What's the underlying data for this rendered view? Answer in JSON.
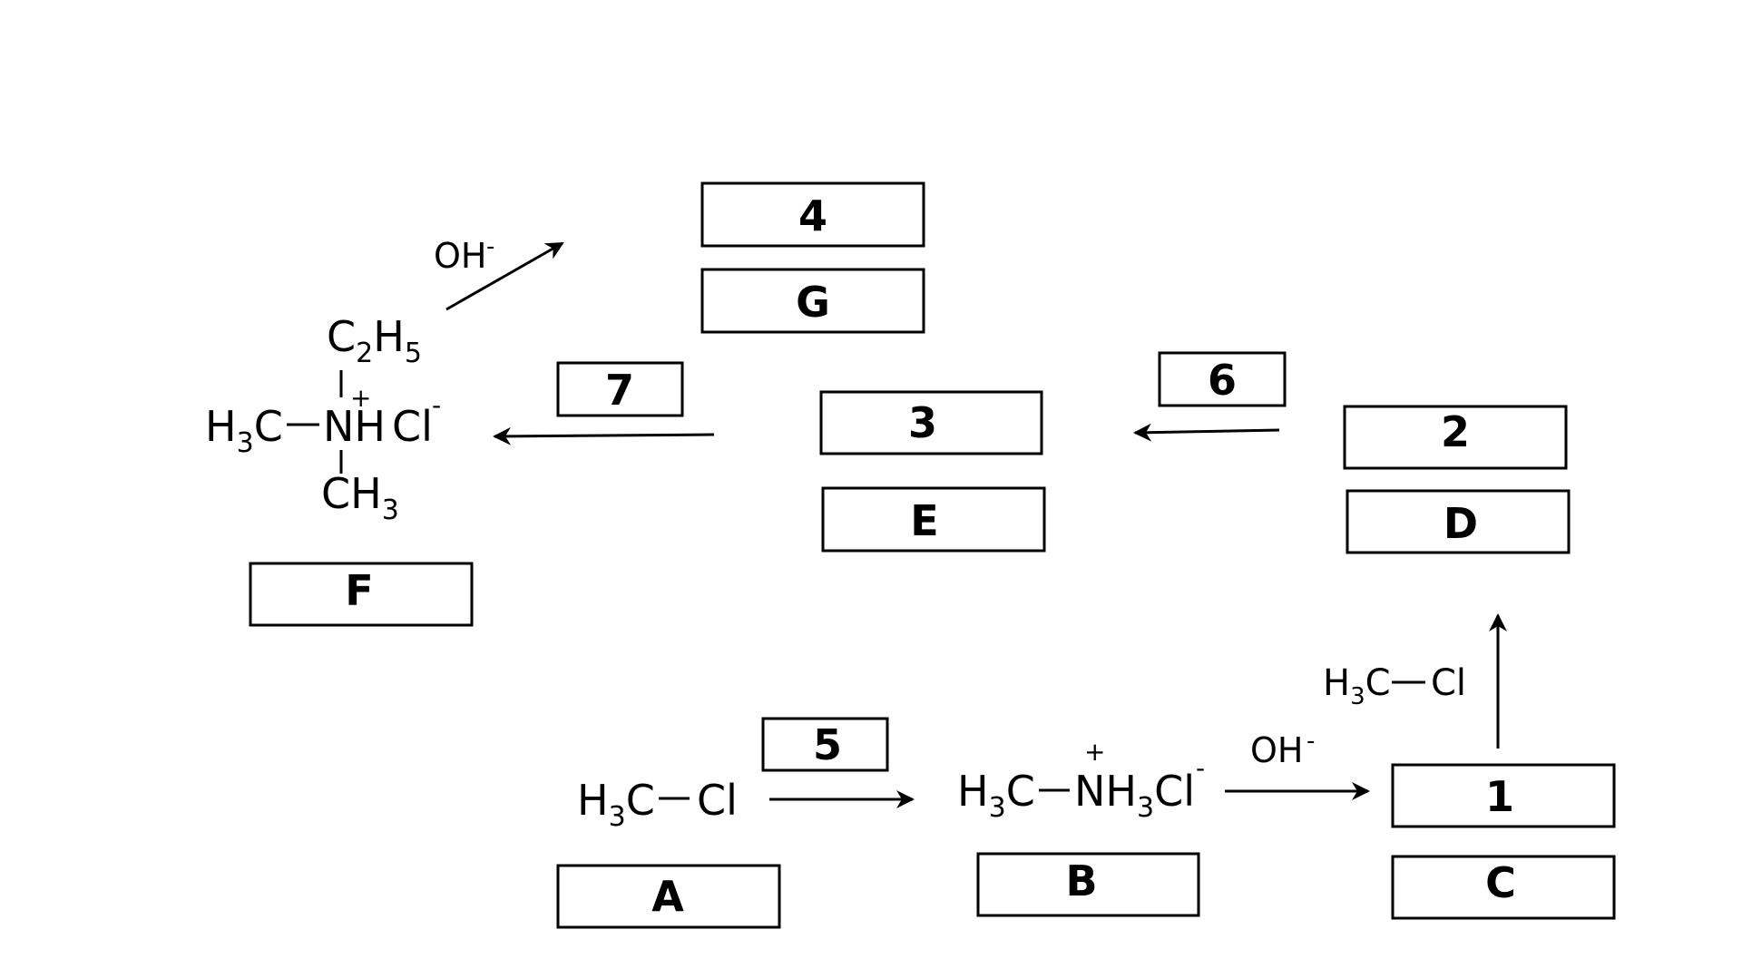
{
  "boxes": {
    "b1": "1",
    "b2": "2",
    "b3": "3",
    "b4": "4",
    "b5": "5",
    "b6": "6",
    "b7": "7",
    "A": "A",
    "B": "B",
    "C": "C",
    "D": "D",
    "E": "E",
    "F": "F",
    "G": "G"
  },
  "molecules": {
    "A": {
      "H": "H",
      "sub": "3",
      "C": "C",
      "Cl": "Cl"
    },
    "B": {
      "H": "H",
      "sub": "3",
      "C": "C",
      "N": "N",
      "H2": "H",
      "sub2": "3",
      "Cl": "Cl",
      "plus": "+",
      "minus": "-"
    },
    "reagent_CH3Cl": {
      "H": "H",
      "sub": "3",
      "C": "C",
      "Cl": "Cl"
    },
    "F": {
      "C2": "C",
      "sub_2": "2",
      "H5": "H",
      "sub_5": "5",
      "H": "H",
      "sub_3a": "3",
      "C": "C",
      "N": "N",
      "NH_H": "H",
      "plus": "+",
      "Cl": "Cl",
      "minus": "-",
      "CH": "CH",
      "sub_3b": "3"
    }
  },
  "reagents": {
    "OH_B_to_C": {
      "text": "OH",
      "charge": "-"
    },
    "OH_F_to_G": {
      "text": "OH",
      "charge": "-"
    }
  }
}
